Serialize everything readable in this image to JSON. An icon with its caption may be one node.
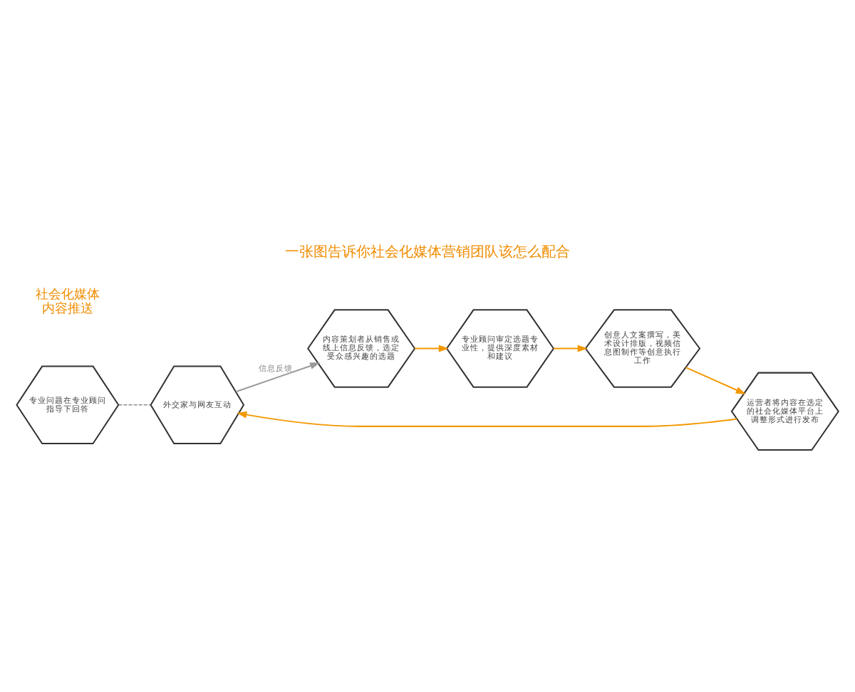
{
  "diagram": {
    "title": "一张图告诉你社会化媒体营销团队该怎么配合",
    "nodes": [
      {
        "text": [
          "专业问题在专业顾问指导下回答"
        ]
      },
      {
        "text": [
          "外交家与网友互动"
        ]
      },
      {
        "text": [
          "内容策划者从销售或线上信息反馈，选定受众感兴趣的选题"
        ]
      },
      {
        "text": [
          "专业顾问审定选题专业性，提供深度素材和建议"
        ]
      },
      {
        "text": [
          "创意人文案撰写，美术设计排版，视频信息图制作等创意执行工作"
        ]
      },
      {
        "text": [
          "运营者将内容在选定的社会化媒体平台上调整形式进行发布"
        ]
      }
    ],
    "edges": [
      {
        "from": 1,
        "to": 2,
        "arrow": "to",
        "label": "信息反馈",
        "color": "#999999"
      },
      {
        "from": 2,
        "to": 3,
        "arrow": "to"
      },
      {
        "from": 3,
        "to": 4,
        "arrow": "to"
      },
      {
        "from": 4,
        "to": 5,
        "arrow": "to"
      },
      {
        "from": 5,
        "to": 1,
        "arrow": "to"
      },
      {
        "from": 0,
        "to": 1,
        "arrow": "none",
        "style": "dashed",
        "color": "#555555"
      }
    ],
    "labels": [
      "社会化媒体内容推送"
    ]
  }
}
